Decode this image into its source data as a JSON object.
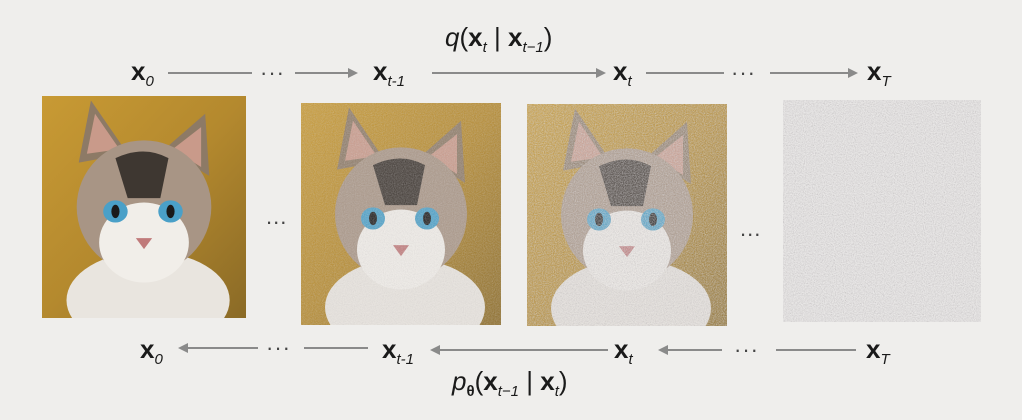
{
  "forward": {
    "formula": {
      "fn": "q",
      "x1": "x",
      "s1": "t",
      "sep": "|",
      "x2": "x",
      "s2": "t−1"
    },
    "nodes": [
      {
        "var": "x",
        "sub": "0"
      },
      {
        "var": "x",
        "sub": "t-1"
      },
      {
        "var": "x",
        "sub": "t"
      },
      {
        "var": "x",
        "sub": "T"
      }
    ]
  },
  "reverse": {
    "formula": {
      "fn": "p",
      "param": "θ",
      "x1": "x",
      "s1": "t−1",
      "sep": "|",
      "x2": "x",
      "s2": "t"
    },
    "nodes": [
      {
        "var": "x",
        "sub": "0"
      },
      {
        "var": "x",
        "sub": "t-1"
      },
      {
        "var": "x",
        "sub": "t"
      },
      {
        "var": "x",
        "sub": "T"
      }
    ]
  },
  "ellipsis": "...",
  "arrow_dots": "···",
  "images": [
    {
      "name": "cat-clean-image",
      "noise_level": 0.0
    },
    {
      "name": "cat-partially-noisy-image",
      "noise_level": 0.45
    },
    {
      "name": "cat-mostly-noisy-image",
      "noise_level": 0.85
    },
    {
      "name": "pure-noise-image",
      "noise_level": 1.0
    }
  ],
  "colors": {
    "arrow": "#8a8a8a",
    "text": "#1a1a1a",
    "noise_gray": "#9a9494",
    "cat_bg": "#b98a2c"
  }
}
